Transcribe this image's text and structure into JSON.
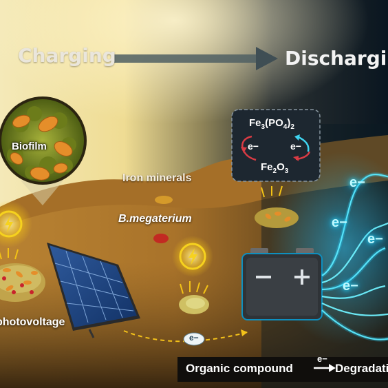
{
  "labels": {
    "charging": "Charging",
    "discharging": "Discharging",
    "biofilm": "Biofilm",
    "iron_minerals": "Iron minerals",
    "bmegaterium": "B.megaterium",
    "photovoltage": "photovoltage",
    "fe3po4_2": "Fe3(PO4)2",
    "fe2o3": "Fe2O3",
    "electron": "e−",
    "organic_compound": "Organic compound",
    "degradation": "Degradation"
  },
  "colors": {
    "sky_left": "#f3e3a3",
    "sky_right": "#0b1a26",
    "soil": "#b27a2a",
    "electron_glow": "#2fe0ff",
    "energy_yellow": "#f4c21a",
    "redox_red": "#e0444a",
    "redox_cyan": "#3fd4f0"
  },
  "icons": [
    "lightning-icon",
    "battery-icon",
    "solar-panel-icon",
    "arrow-right-icon",
    "cycle-arrows-icon"
  ]
}
